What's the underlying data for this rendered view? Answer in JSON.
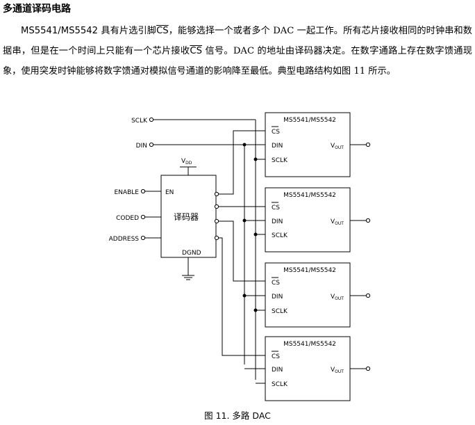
{
  "heading": "多通道译码电路",
  "paragraph": {
    "part1": "MS5541/MS5542",
    "part2": " 具有片选引脚",
    "cs": "CS",
    "part3": "，能够选择一个或者多个 DAC 一起工作。所有芯片接收相同的时钟串和数据串，但是在一个时间上只能有一个芯片接收",
    "part4": " 信号。DAC 的地址由译码器决定。在数字通路上存在数字馈通现象，使用突发时钟能够将数字馈通对模拟信号通道的影响降至最低。典型电路结构如图 11 所示。"
  },
  "diagram": {
    "inputs": {
      "sclk": "SCLK",
      "din": "DIN",
      "enable": "ENABLE",
      "coded": "CODED",
      "address": "ADDRESS"
    },
    "decoder": {
      "label": "译码器",
      "en": "EN",
      "vdd_main": "V",
      "vdd_sub": "DD",
      "dgnd": "DGND"
    },
    "dac_chips": [
      {
        "title": "MS5541/MS5542",
        "cs": "CS",
        "din": "DIN",
        "sclk": "SCLK",
        "vout_main": "V",
        "vout_sub": "OUT"
      },
      {
        "title": "MS5541/MS5542",
        "cs": "CS",
        "din": "DIN",
        "sclk": "SCLK",
        "vout_main": "V",
        "vout_sub": "OUT"
      },
      {
        "title": "MS5541/MS5542",
        "cs": "CS",
        "din": "DIN",
        "sclk": "SCLK",
        "vout_main": "V",
        "vout_sub": "OUT"
      },
      {
        "title": "MS5541/MS5542",
        "cs": "CS",
        "din": "DIN",
        "sclk": "SCLK",
        "vout_main": "V",
        "vout_sub": "OUT"
      }
    ]
  },
  "caption": "图 11. 多路 DAC"
}
